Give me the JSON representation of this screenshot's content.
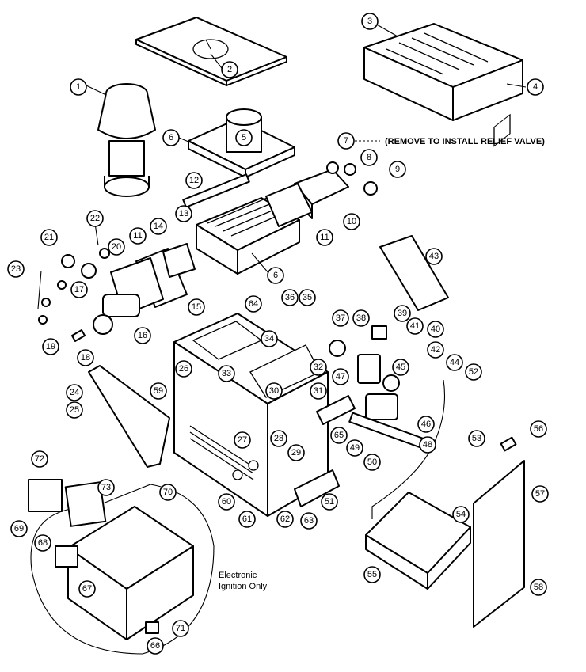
{
  "annotations": {
    "relief_valve_note": "(REMOVE TO INSTALL RELIEF VALVE)",
    "electronic_line1": "Electronic",
    "electronic_line2": "Ignition Only"
  },
  "callouts": [
    "1",
    "2",
    "3",
    "4",
    "5",
    "6",
    "6",
    "7",
    "8",
    "9",
    "10",
    "11",
    "11",
    "12",
    "13",
    "14",
    "15",
    "16",
    "17",
    "18",
    "19",
    "20",
    "21",
    "22",
    "23",
    "24",
    "25",
    "26",
    "27",
    "28",
    "29",
    "30",
    "31",
    "32",
    "33",
    "34",
    "35",
    "36",
    "37",
    "38",
    "39",
    "40",
    "41",
    "42",
    "44",
    "43",
    "45",
    "46",
    "47",
    "48",
    "49",
    "50",
    "51",
    "52",
    "53",
    "54",
    "55",
    "56",
    "57",
    "58",
    "59",
    "60",
    "61",
    "62",
    "63",
    "64",
    "65",
    "66",
    "67",
    "68",
    "69",
    "70",
    "71",
    "72",
    "73"
  ]
}
